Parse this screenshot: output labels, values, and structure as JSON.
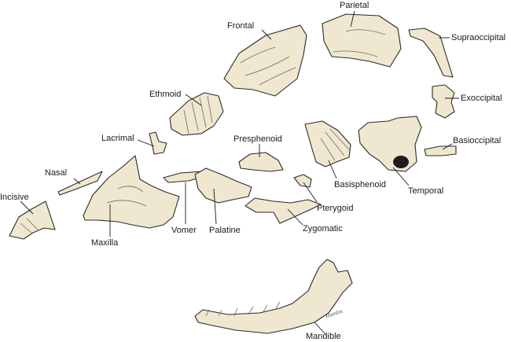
{
  "labels": {
    "frontal": "Frontal",
    "parietal": "Parietal",
    "supraoccipital": "Supraoccipital",
    "exoccipital": "Exoccipital",
    "ethmoid": "Ethmoid",
    "lacrimal": "Lacrimal",
    "presphenoid": "Presphenoid",
    "basioccipital": "Basioccipital",
    "basisphenoid": "Basisphenoid",
    "temporal": "Temporal",
    "nasal": "Nasal",
    "incisive": "Incisive",
    "maxilla": "Maxilla",
    "vomer": "Vomer",
    "palatine": "Palatine",
    "pterygoid": "Pterygoid",
    "zygomatic": "Zygomatic",
    "mandible": "Mandible"
  },
  "signature": "Hamlin",
  "colors": {
    "bone_fill": "#efe7cf",
    "outline": "#2b2b2b",
    "text": "#1a1a1a"
  }
}
